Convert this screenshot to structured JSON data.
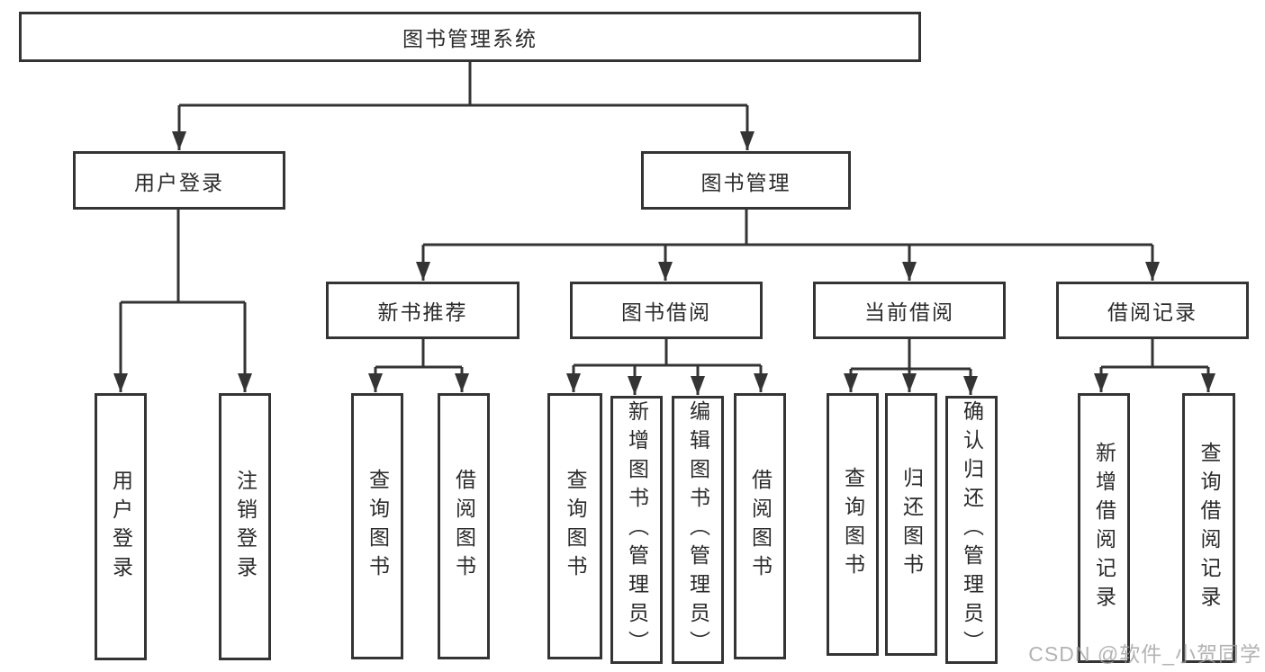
{
  "tree": {
    "root": {
      "label": "图书管理系统",
      "children": [
        {
          "label": "用户登录",
          "children": [
            {
              "label": "用户登录"
            },
            {
              "label": "注销登录"
            }
          ]
        },
        {
          "label": "图书管理",
          "children": [
            {
              "label": "新书推荐",
              "children": [
                {
                  "label": "查询图书"
                },
                {
                  "label": "借阅图书"
                }
              ]
            },
            {
              "label": "图书借阅",
              "children": [
                {
                  "label": "查询图书"
                },
                {
                  "label": "新增图书（管理员）"
                },
                {
                  "label": "编辑图书（管理员）"
                },
                {
                  "label": "借阅图书"
                }
              ]
            },
            {
              "label": "当前借阅",
              "children": [
                {
                  "label": "查询图书"
                },
                {
                  "label": "归还图书"
                },
                {
                  "label": "确认归还（管理员）"
                }
              ]
            },
            {
              "label": "借阅记录",
              "children": [
                {
                  "label": "新增借阅记录"
                },
                {
                  "label": "查询借阅记录"
                }
              ]
            }
          ]
        }
      ]
    }
  },
  "watermark": "CSDN @软件_小贺同学",
  "colors": {
    "line": "#343434",
    "text": "#2b2b2b",
    "background": "#ffffff",
    "watermark": "#9e9e9e"
  }
}
